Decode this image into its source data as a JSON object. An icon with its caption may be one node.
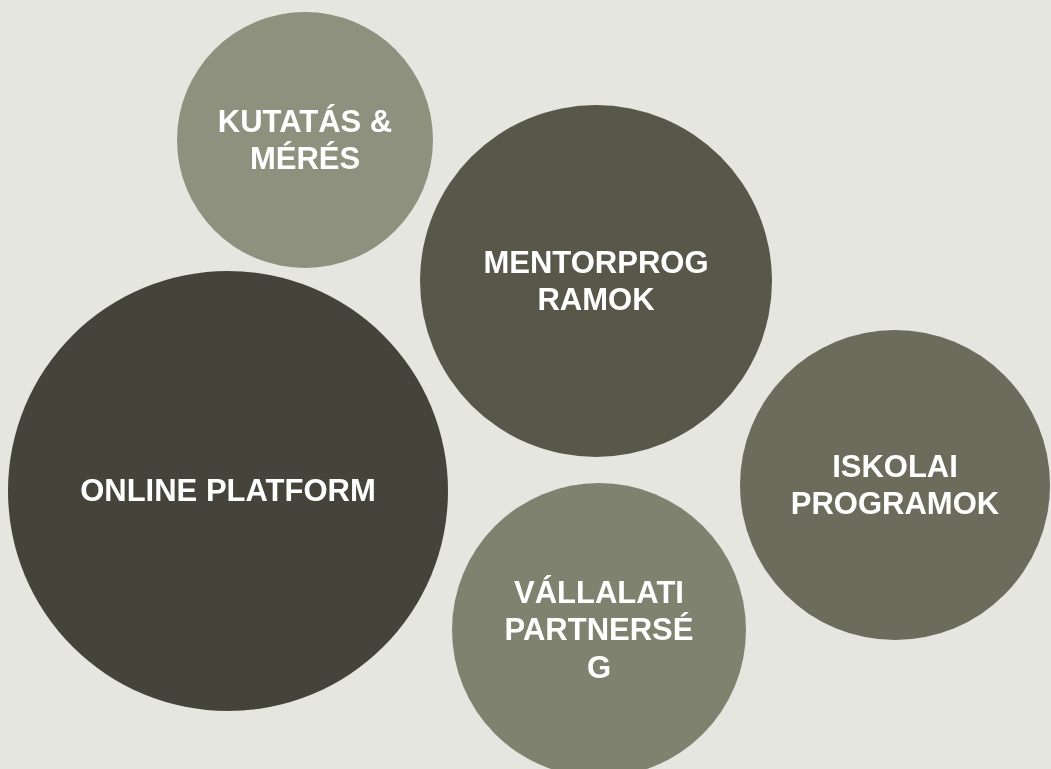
{
  "diagram": {
    "nodes": [
      {
        "text": [
          "KUTATÁS & MÉRÉS"
        ]
      },
      {
        "text": [
          "MENTORPROG RAMOK"
        ]
      },
      {
        "text": [
          "ONLINE PLATFORM"
        ]
      },
      {
        "text": [
          "ISKOLAI PROGRAMOK"
        ]
      },
      {
        "text": [
          "VÁLLALATI PARTNERSÉ G"
        ]
      }
    ],
    "edges": []
  }
}
